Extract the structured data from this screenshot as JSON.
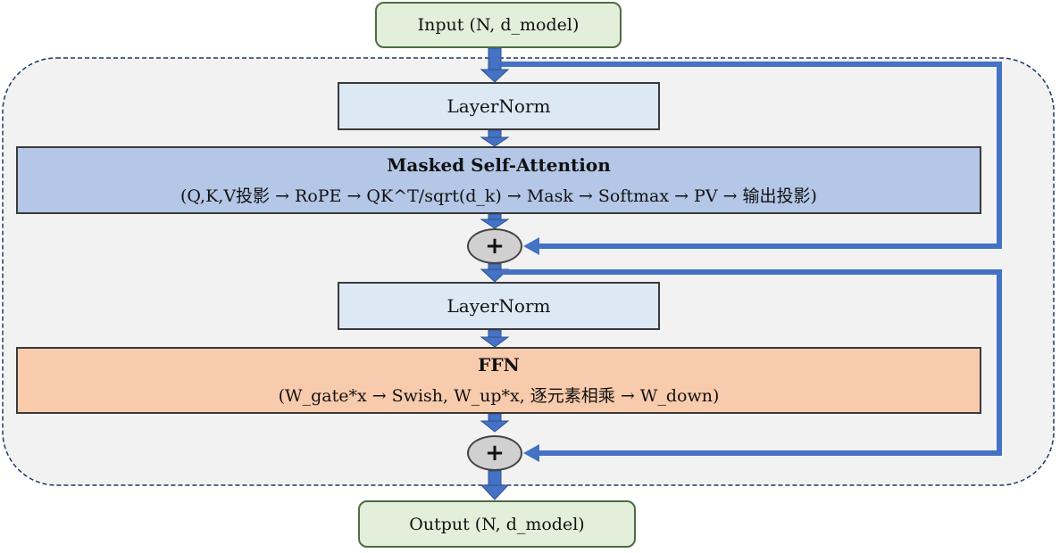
{
  "input": {
    "label": "Input (N, d_model)"
  },
  "output": {
    "label": "Output (N, d_model)"
  },
  "layernorm1": {
    "label": "LayerNorm"
  },
  "layernorm2": {
    "label": "LayerNorm"
  },
  "attention": {
    "title": "Masked Self-Attention",
    "subtitle": "(Q,K,V投影 → RoPE → QK^T/sqrt(d_k) → Mask → Softmax → PV → 输出投影)"
  },
  "ffn": {
    "title": "FFN",
    "subtitle": "(W_gate*x → Swish, W_up*x, 逐元素相乘 → W_down)"
  },
  "add": {
    "symbol": "+"
  },
  "colors": {
    "arrow": "#4472c4",
    "residual": "#4472c4",
    "container_border": "#1f3864",
    "container_fill": "#f2f2f2",
    "io_fill": "#e2efda",
    "layernorm_fill": "#dde8f5",
    "attention_fill": "#b4c7e7",
    "ffn_fill": "#f8cbad"
  }
}
